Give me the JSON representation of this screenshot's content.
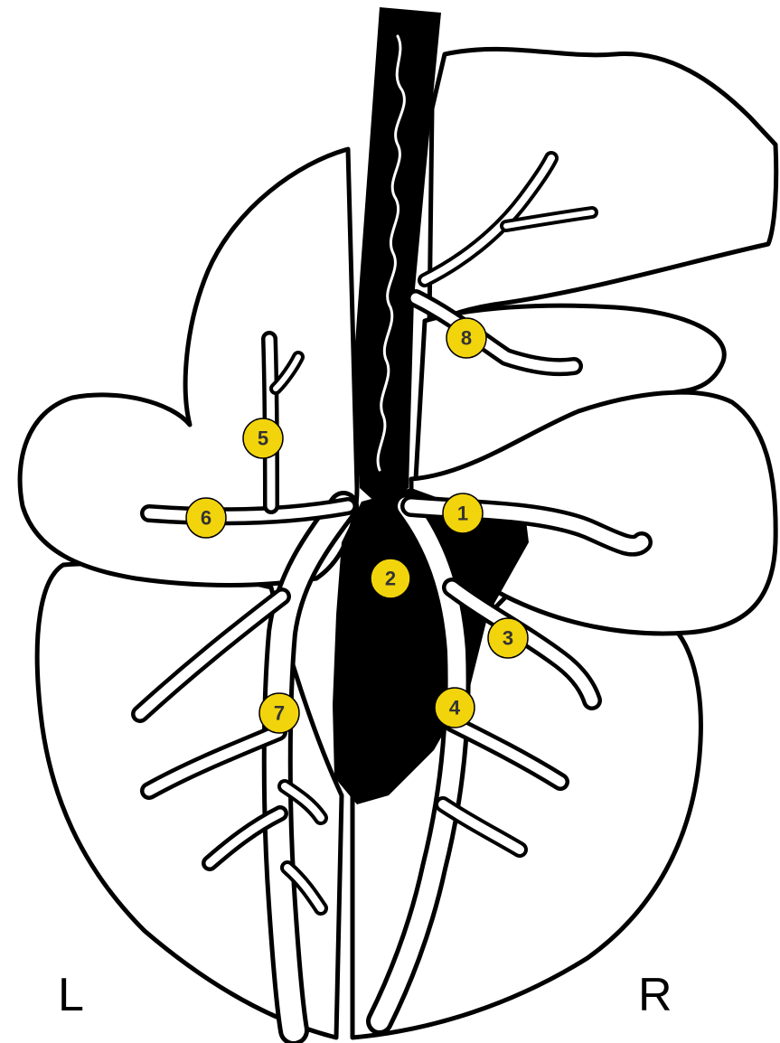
{
  "labels": {
    "left": "L",
    "right": "R"
  },
  "markers": {
    "color": "#f2d40c",
    "items": [
      "1",
      "2",
      "3",
      "4",
      "5",
      "6",
      "7",
      "8"
    ]
  }
}
